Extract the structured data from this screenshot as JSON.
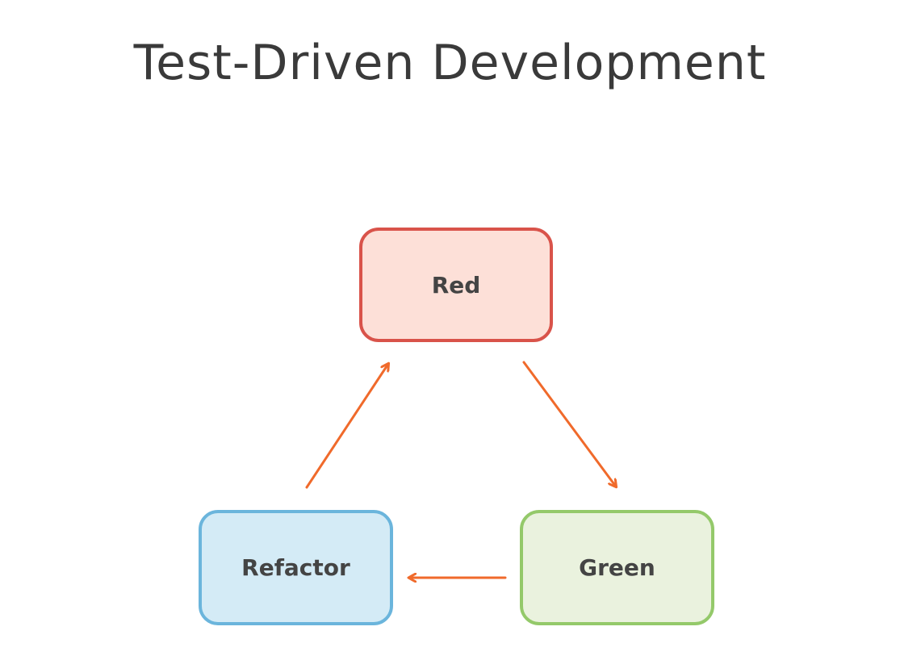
{
  "title": "Test-Driven Development",
  "arrow_color": "#f06a2b",
  "nodes": {
    "red": {
      "label": "Red",
      "fill": "#fde0d8",
      "border": "#d9534a"
    },
    "green": {
      "label": "Green",
      "fill": "#eaf2de",
      "border": "#94c96a"
    },
    "refactor": {
      "label": "Refactor",
      "fill": "#d4ebf6",
      "border": "#6bb5dc"
    }
  },
  "edges": [
    {
      "from": "Red",
      "to": "Green"
    },
    {
      "from": "Green",
      "to": "Refactor"
    },
    {
      "from": "Refactor",
      "to": "Red"
    }
  ]
}
